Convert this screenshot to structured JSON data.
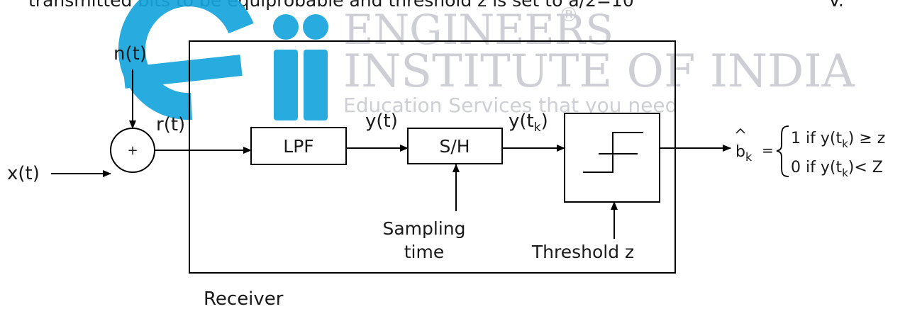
{
  "top_text": "transmitted bits to be equiprobable and threshold z is set to a/2=10",
  "top_text_suffix": "V.",
  "watermark": {
    "line1": "ENGINEERS",
    "line2": "INSTITUTE OF INDIA",
    "line3": "Education Services that you need",
    "registered": "®",
    "colors": {
      "logo": "#16a4dc",
      "text": "#c9ccd1"
    }
  },
  "diagram": {
    "input": "x(t)",
    "noise": "n(t)",
    "adder_symbol": "+",
    "received": "r(t)",
    "lpf": "LPF",
    "lpf_output": "y(t)",
    "sh": "S/H",
    "sh_output_base": "y(t",
    "sh_output_sub": "k",
    "sh_output_close": ")",
    "sampling_line1": "Sampling",
    "sampling_line2": "time",
    "threshold": "Threshold z",
    "receiver": "Receiver",
    "output_b": "b",
    "output_b_sub": "k",
    "equals": "=",
    "case1_prefix": "1 if y(t",
    "case1_sub": "k",
    "case1_suffix": ") ≥ z",
    "case2_prefix": "0 if y(t",
    "case2_sub": "k",
    "case2_suffix": ")< Z"
  }
}
